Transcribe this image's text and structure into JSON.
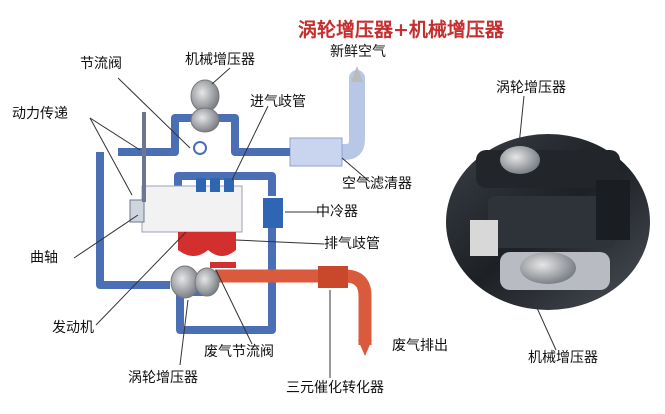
{
  "title": "涡轮增压器+机械增压器",
  "labels": {
    "throttle": "节流阀",
    "supercharger_top": "机械增压器",
    "fresh_air": "新鲜空气",
    "power_transfer": "动力传递",
    "intake_manifold": "进气歧管",
    "air_filter": "空气滤清器",
    "intercooler": "中冷器",
    "crankshaft": "曲轴",
    "exhaust_manifold": "排气歧管",
    "engine": "发动机",
    "wastegate": "废气节流阀",
    "exhaust_out": "废气排出",
    "turbo_bottom": "涡轮增压器",
    "catalytic": "三元催化转化器",
    "turbo_right": "涡轮增压器",
    "supercharger_right": "机械增压器"
  },
  "colors": {
    "title": "#c62f2f",
    "intake_pipe": "#4a6fb5",
    "air_pipe": "#b9c7e6",
    "exhaust_pipe": "#d95a3c",
    "engine_block": "#f2f2f2",
    "exhaust_manifold": "#d32f2f",
    "intercooler": "#2f66b3"
  },
  "icons": [
    "fresh-air-arrow-icon",
    "exhaust-out-arrow-icon"
  ]
}
